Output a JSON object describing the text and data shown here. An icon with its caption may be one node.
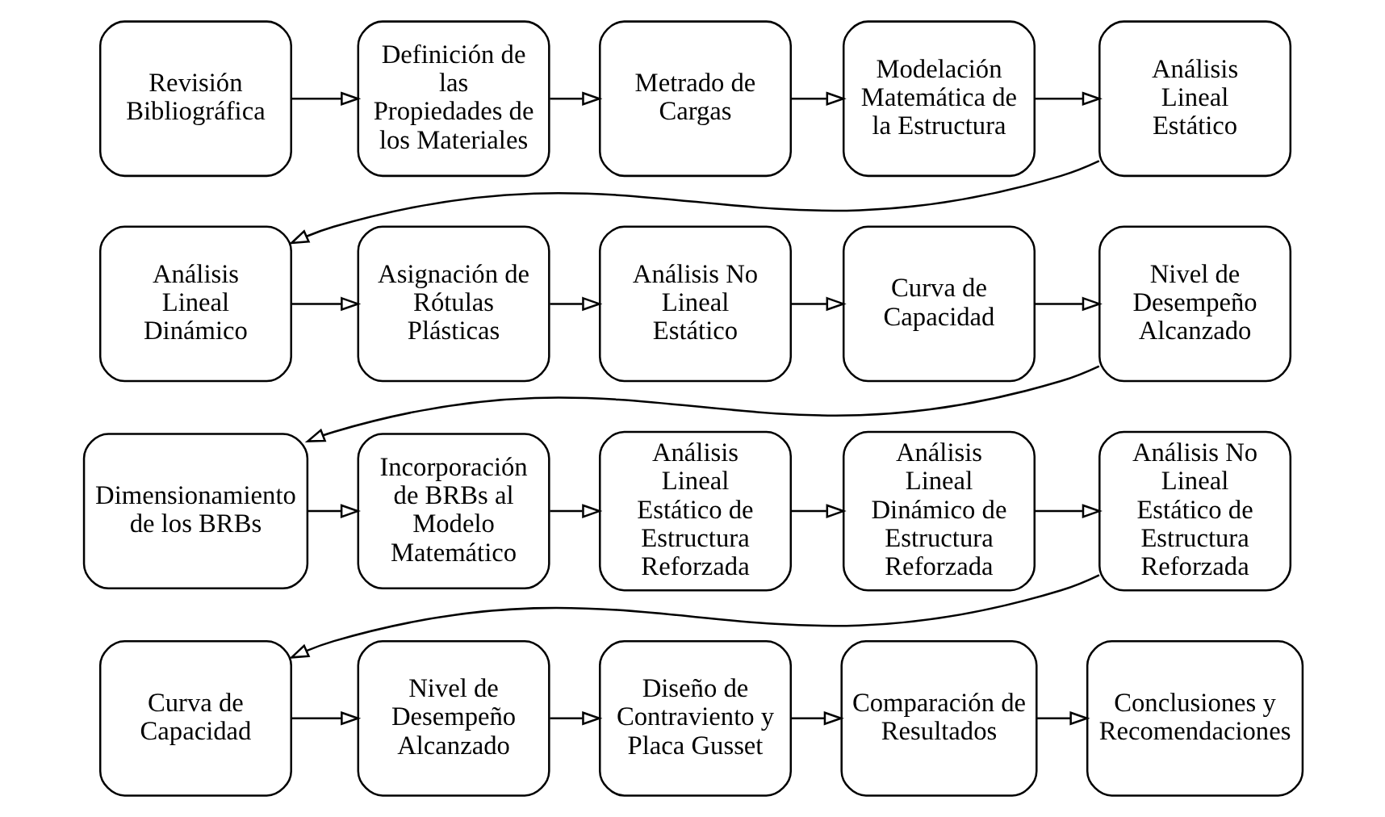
{
  "diagram": {
    "nodes": [
      {
        "text": [
          "Revisión Bibliográfica"
        ]
      },
      {
        "text": [
          "Definición de las Propiedades de los Materiales"
        ]
      },
      {
        "text": [
          "Metrado de Cargas"
        ]
      },
      {
        "text": [
          "Modelación Matemática de la Estructura"
        ]
      },
      {
        "text": [
          "Análisis Lineal Estático"
        ]
      },
      {
        "text": [
          "Análisis Lineal Dinámico"
        ]
      },
      {
        "text": [
          "Asignación de Rótulas Plásticas"
        ]
      },
      {
        "text": [
          "Análisis No Lineal Estático"
        ]
      },
      {
        "text": [
          "Curva de Capacidad"
        ]
      },
      {
        "text": [
          "Nivel de Desempeño Alcanzado"
        ]
      },
      {
        "text": [
          "Dimensionamiento de los BRBs"
        ]
      },
      {
        "text": [
          "Incorporación de BRBs al Modelo Matemático"
        ]
      },
      {
        "text": [
          "Análisis Lineal Estático de Estructura Reforzada"
        ]
      },
      {
        "text": [
          "Análisis Lineal Dinámico de Estructura Reforzada"
        ]
      },
      {
        "text": [
          "Análisis No Lineal Estático de Estructura Reforzada"
        ]
      },
      {
        "text": [
          "Curva de Capacidad"
        ]
      },
      {
        "text": [
          "Nivel de Desempeño Alcanzado"
        ]
      },
      {
        "text": [
          "Diseño de Contraviento y Placa Gusset"
        ]
      },
      {
        "text": [
          "Comparación de Resultados"
        ]
      },
      {
        "text": [
          "Conclusiones y Recomendaciones"
        ]
      }
    ],
    "edges": [
      {
        "from": 0,
        "to": 1,
        "arrow": "to"
      },
      {
        "from": 1,
        "to": 2,
        "arrow": "to"
      },
      {
        "from": 2,
        "to": 3,
        "arrow": "to"
      },
      {
        "from": 3,
        "to": 4,
        "arrow": "to"
      },
      {
        "from": 4,
        "to": 5,
        "arrow": "to"
      },
      {
        "from": 5,
        "to": 6,
        "arrow": "to"
      },
      {
        "from": 6,
        "to": 7,
        "arrow": "to"
      },
      {
        "from": 7,
        "to": 8,
        "arrow": "to"
      },
      {
        "from": 8,
        "to": 9,
        "arrow": "to"
      },
      {
        "from": 9,
        "to": 10,
        "arrow": "to"
      },
      {
        "from": 10,
        "to": 11,
        "arrow": "to"
      },
      {
        "from": 11,
        "to": 12,
        "arrow": "to"
      },
      {
        "from": 12,
        "to": 13,
        "arrow": "to"
      },
      {
        "from": 13,
        "to": 14,
        "arrow": "to"
      },
      {
        "from": 14,
        "to": 15,
        "arrow": "to"
      },
      {
        "from": 15,
        "to": 16,
        "arrow": "to"
      },
      {
        "from": 16,
        "to": 17,
        "arrow": "to"
      },
      {
        "from": 17,
        "to": 18,
        "arrow": "to"
      },
      {
        "from": 18,
        "to": 19,
        "arrow": "to"
      }
    ]
  }
}
